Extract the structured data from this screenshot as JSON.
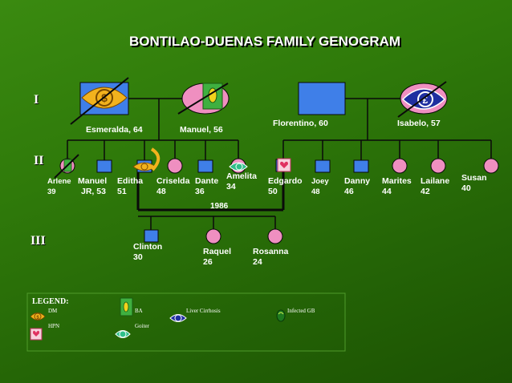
{
  "title": "BONTILAO-DUENAS FAMILY GENOGRAM",
  "generations": [
    "I",
    "II",
    "III"
  ],
  "gen1": {
    "esmeralda": "Esmeralda, 64",
    "manuel": "Manuel, 56",
    "florentino": "Florentino, 60",
    "isabelo": "Isabelo, 57"
  },
  "gen2": [
    {
      "name": "Arlene",
      "age": "39"
    },
    {
      "name": "Manuel",
      "age": "JR, 53"
    },
    {
      "name": "Editha",
      "age": "51"
    },
    {
      "name": "Criselda",
      "age": "48"
    },
    {
      "name": "Dante",
      "age": "36"
    },
    {
      "name": "Amelita",
      "age": "34"
    },
    {
      "name": "Edgardo",
      "age": "50"
    },
    {
      "name": "Joey",
      "age": "48"
    },
    {
      "name": "Danny",
      "age": "46"
    },
    {
      "name": "Marites",
      "age": "44"
    },
    {
      "name": "Lailane",
      "age": "42"
    },
    {
      "name": "Susan",
      "age": "40"
    }
  ],
  "marriage_year": "1986",
  "gen3": [
    {
      "name": "Clinton",
      "age": "30"
    },
    {
      "name": "Raquel",
      "age": "26"
    },
    {
      "name": "Rosanna",
      "age": "24"
    }
  ],
  "legend": {
    "title": "LEGEND:",
    "dm": "DM",
    "ba": "BA",
    "liver": "Liver Cirrhosis",
    "gb": "Infected GB",
    "hpn": "HPN",
    "goiter": "Goiter"
  },
  "colors": {
    "male": "#3f7fe8",
    "female": "#ef8fc0",
    "line": "#0a0a0a",
    "dm": "#f2b21d",
    "liver": "#1f2fa0",
    "goiter": "#2fbf8a",
    "ba": "#3fb040"
  },
  "icons": [
    "dm-icon",
    "ba-icon",
    "liver-cirrhosis-icon",
    "infected-gb-icon",
    "hpn-icon",
    "goiter-icon"
  ]
}
